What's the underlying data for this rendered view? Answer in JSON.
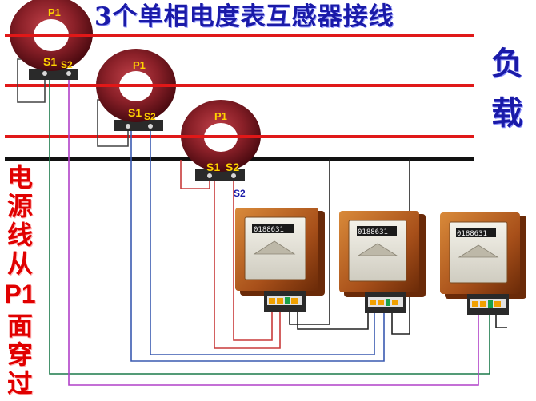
{
  "title": "3个单相电度表互感器接线",
  "load_label": [
    "负",
    "载"
  ],
  "source_label": [
    "电",
    "源",
    "线",
    "从",
    "P1",
    "面",
    "穿",
    "过"
  ],
  "transformers": [
    {
      "p1": "P1",
      "s1": "S1",
      "s2": "S2"
    },
    {
      "p1": "P1",
      "s1": "S1",
      "s2": "S2"
    },
    {
      "p1": "P1",
      "s1": "S1",
      "s2": "S2"
    }
  ],
  "s2_callout": "S2",
  "meters": [
    {
      "reading": "0188631"
    },
    {
      "reading": "0188631"
    },
    {
      "reading": "0188631"
    }
  ],
  "colors": {
    "phase_line": "#e01818",
    "neutral_line": "#111111",
    "title": "#1a1aa8",
    "source_text": "#e00000",
    "terminal_label": "#ffd400",
    "ct_body": "#7a1a1e",
    "meter_body": "#b55a18",
    "wire_red": "#c83a3a",
    "wire_blue": "#3a5ab0",
    "wire_green": "#1c7a4a",
    "wire_purple": "#b040c8"
  }
}
